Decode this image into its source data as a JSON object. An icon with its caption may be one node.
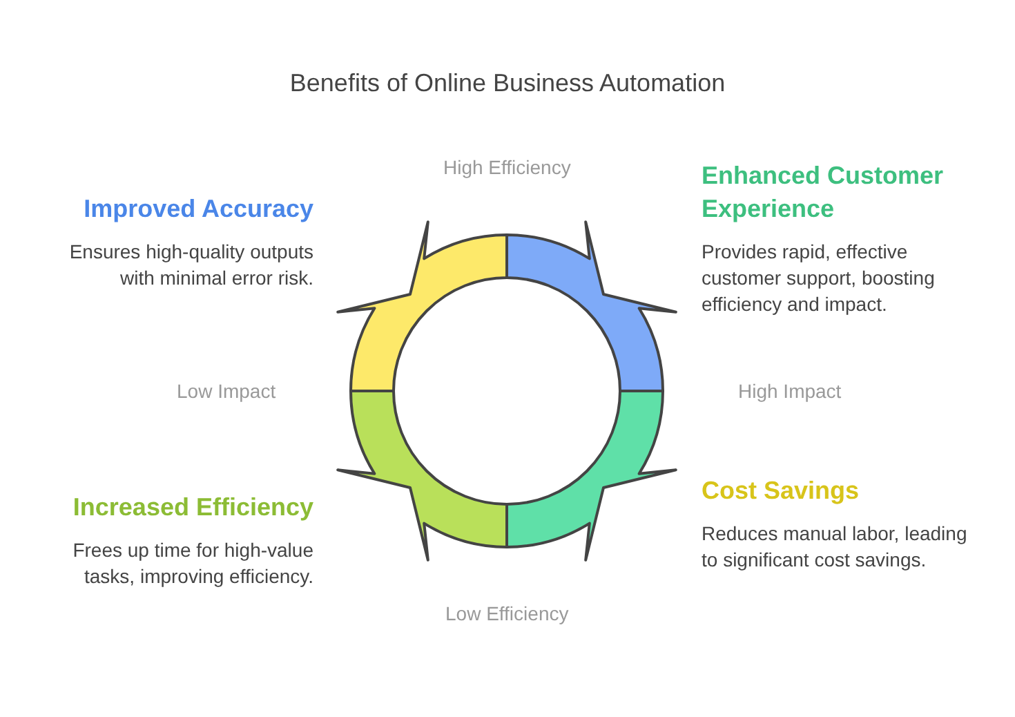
{
  "diagram": {
    "title": "Benefits of Online Business Automation",
    "nodes": [
      {
        "text": [
          "Improved Accuracy",
          "Ensures high-quality outputs with minimal error risk."
        ]
      },
      {
        "text": [
          "Enhanced Customer Experience",
          "Provides rapid, effective customer support, boosting efficiency and impact."
        ]
      },
      {
        "text": [
          "Increased Efficiency",
          "Frees up time for high-value tasks, improving efficiency."
        ]
      },
      {
        "text": [
          "Cost Savings",
          "Reduces manual labor, leading to significant cost savings."
        ]
      }
    ],
    "labels": [
      "High Efficiency",
      "Low Impact",
      "High Impact",
      "Low Efficiency"
    ]
  }
}
